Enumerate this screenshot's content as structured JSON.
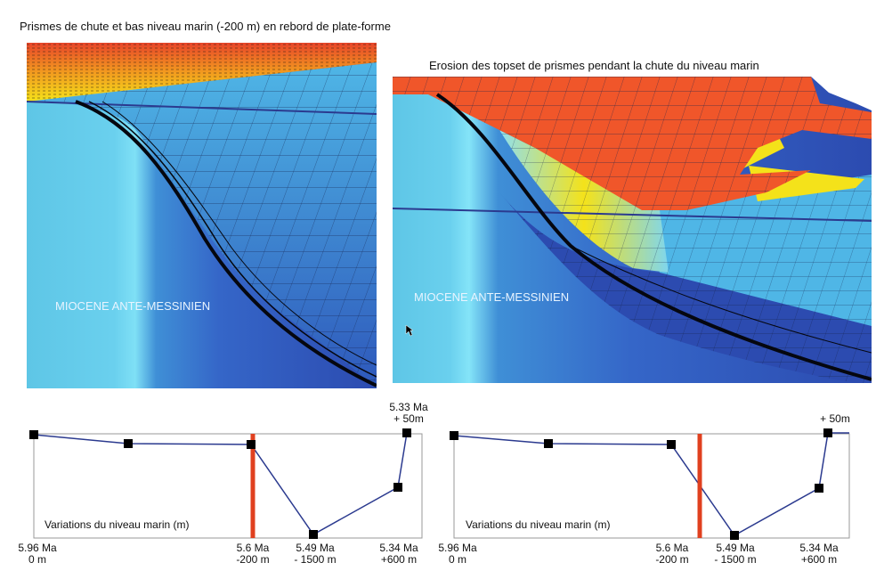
{
  "panel_left": {
    "title": "Prismes de chute et bas niveau marin  (-200 m) en rebord de plate-forme",
    "label": "MIOCENE ANTE-MESSINIEN"
  },
  "panel_right": {
    "title": "Erosion des topset de prismes pendant la chute du niveau marin",
    "label": "MIOCENE ANTE-MESSINIEN"
  },
  "graph_left": {
    "caption": "Variations du niveau marin (m)",
    "p1": {
      "age": "5.96 Ma",
      "level": "0 m"
    },
    "p2": {
      "age": "5.6 Ma",
      "level": "-200 m"
    },
    "p3": {
      "age": "5.49 Ma",
      "level": "- 1500 m"
    },
    "p4": {
      "age": "5.34 Ma",
      "level": "+600 m"
    },
    "p5": {
      "age": "5.33 Ma",
      "level": "+ 50m"
    }
  },
  "graph_right": {
    "caption": "Variations du niveau marin (m)",
    "p1": {
      "age": "5.96 Ma",
      "level": "0 m"
    },
    "p2": {
      "age": "5.6 Ma",
      "level": "-200 m"
    },
    "p3": {
      "age": "5.49 Ma",
      "level": "- 1500 m"
    },
    "p4": {
      "age": "5.34 Ma",
      "level": "+600 m"
    },
    "p5": {
      "level": "+ 50m"
    }
  },
  "colors": {
    "marker_line": "#e0401f",
    "curve": "#2b3a8f",
    "orange": "#f0562a",
    "yellow": "#f4e21a",
    "light_blue": "#5fc8e8",
    "deep_blue": "#2c4bb0"
  }
}
